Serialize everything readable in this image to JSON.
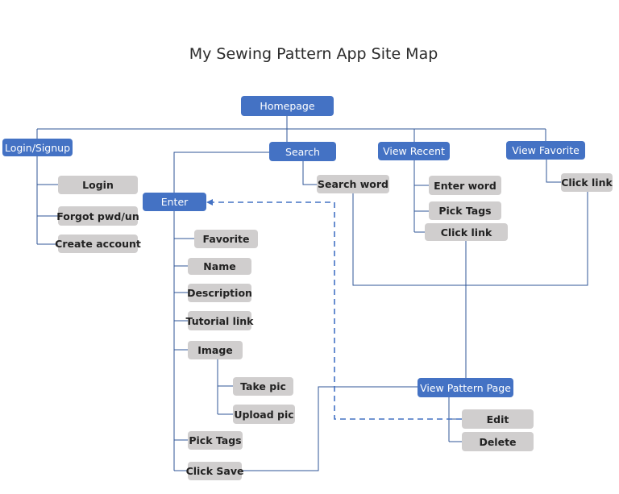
{
  "title": "My Sewing Pattern App Site Map",
  "colors": {
    "primary": "#4472c4",
    "secondary": "#d0cece",
    "line": "#2f5597"
  },
  "nodes": {
    "homepage": "Homepage",
    "login_signup": "Login/Signup",
    "login": "Login",
    "forgot": "Forgot pwd/un",
    "create_account": "Create account",
    "search": "Search",
    "search_word": "Search word",
    "enter": "Enter",
    "favorite": "Favorite",
    "name": "Name",
    "description": "Description",
    "tutorial_link": "Tutorial link",
    "image": "Image",
    "take_pic": "Take pic",
    "upload_pic": "Upload pic",
    "pick_tags_enter": "Pick Tags",
    "click_save": "Click Save",
    "view_recent": "View Recent",
    "enter_word": "Enter word",
    "pick_tags_recent": "Pick Tags",
    "click_link_recent": "Click link",
    "view_favorite": "View Favorite",
    "click_link_fav": "Click link",
    "view_pattern_page": "View Pattern Page",
    "edit": "Edit",
    "delete": "Delete"
  }
}
